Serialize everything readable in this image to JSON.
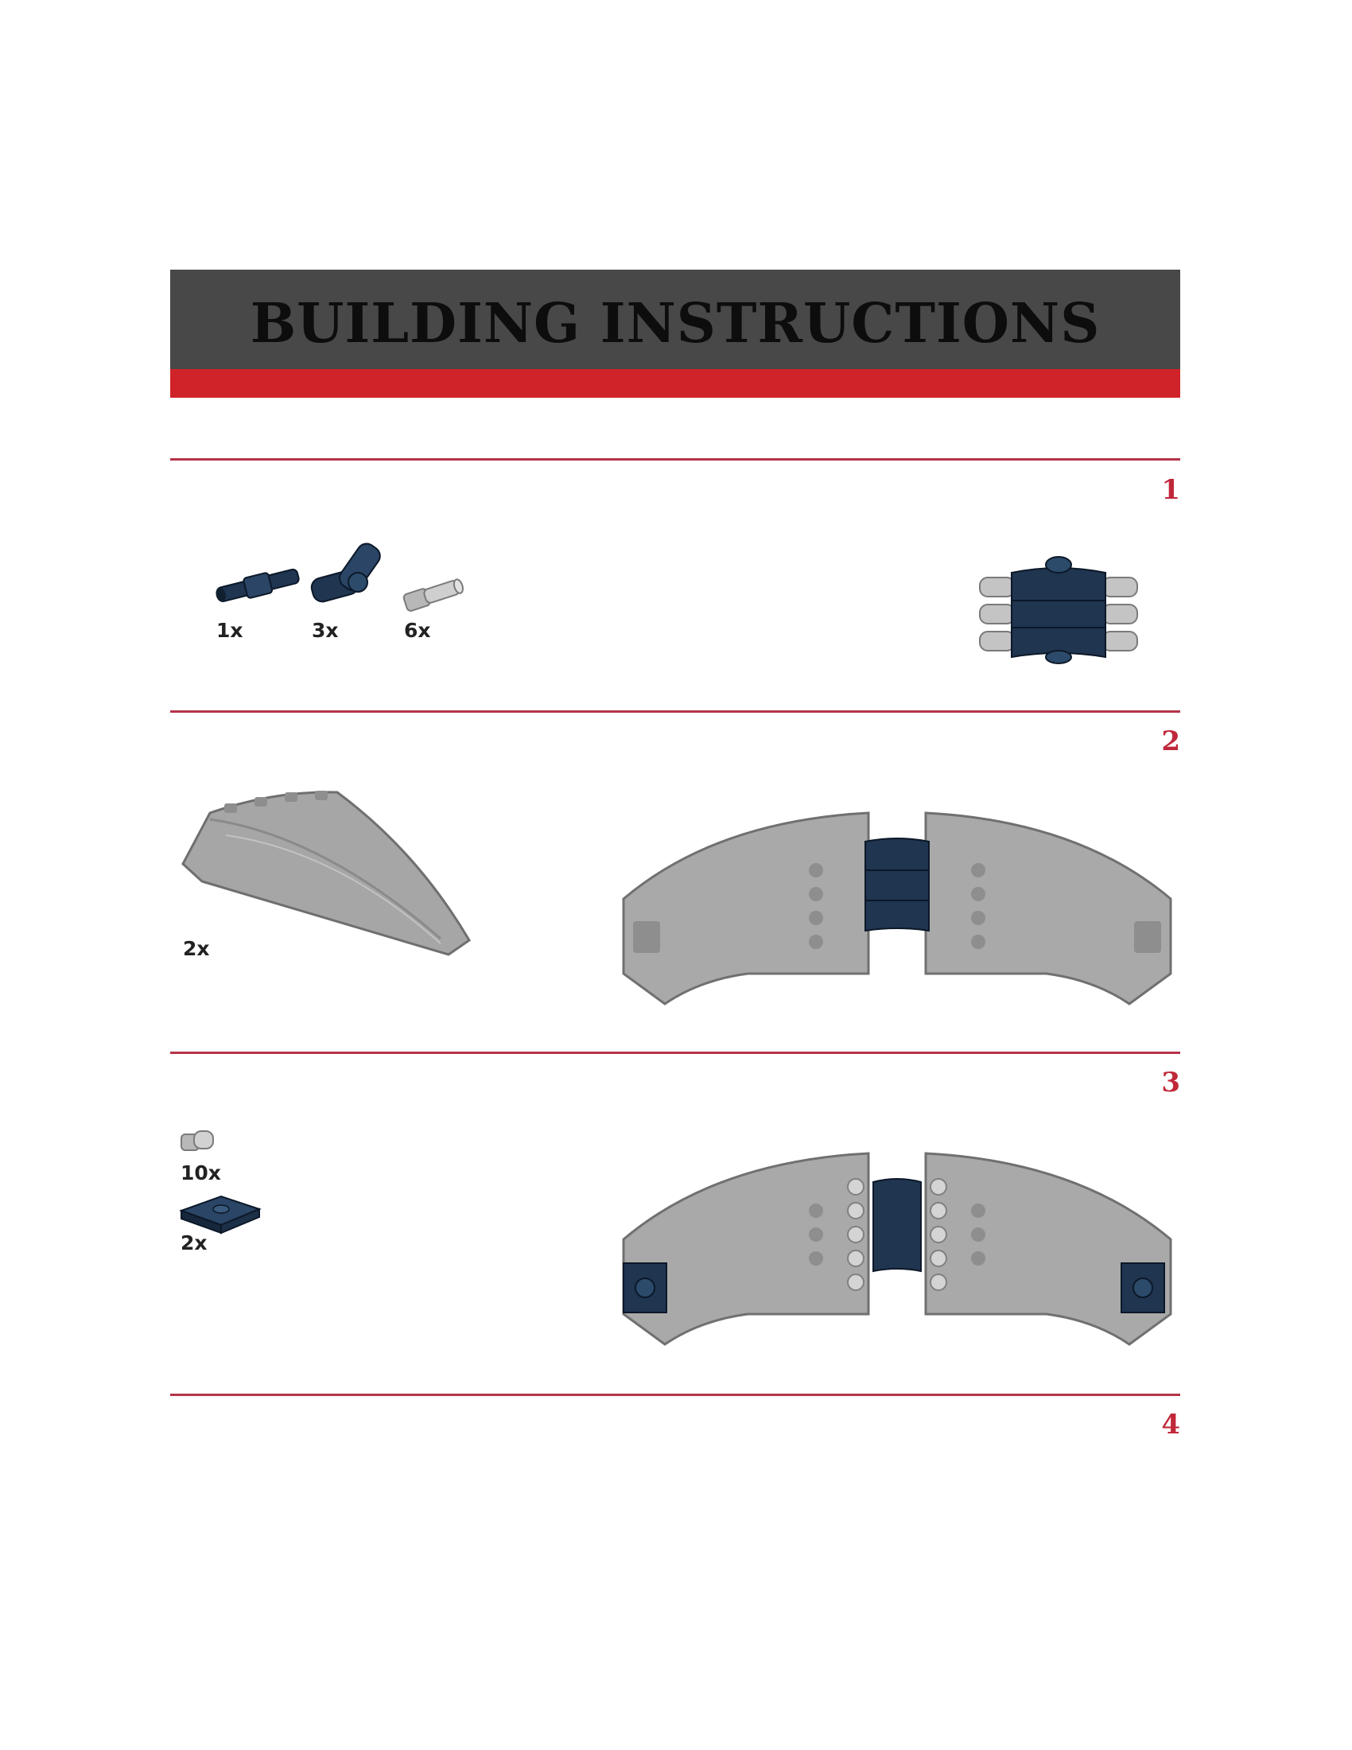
{
  "header": {
    "title": "BUILDING INSTRUCTIONS"
  },
  "colors": {
    "banner": "#484848",
    "accent_red": "#d02329",
    "rule": "#b4344a",
    "step_number": "#c0283a",
    "dark_blue_part": "#1f3550",
    "light_gray_part": "#b8b8b8"
  },
  "steps": [
    {
      "number": "1",
      "parts": [
        {
          "icon": "axle-connector-icon",
          "count": "1x"
        },
        {
          "icon": "angle-connector-icon",
          "count": "3x"
        },
        {
          "icon": "pin-icon",
          "count": "6x"
        }
      ]
    },
    {
      "number": "2",
      "parts": [
        {
          "icon": "curved-wedge-panel-icon",
          "count": "2x"
        }
      ]
    },
    {
      "number": "3",
      "parts": [
        {
          "icon": "pin-icon",
          "count": "10x"
        },
        {
          "icon": "plate-2x2-icon",
          "count": "2x"
        }
      ]
    },
    {
      "number": "4",
      "parts": []
    }
  ]
}
